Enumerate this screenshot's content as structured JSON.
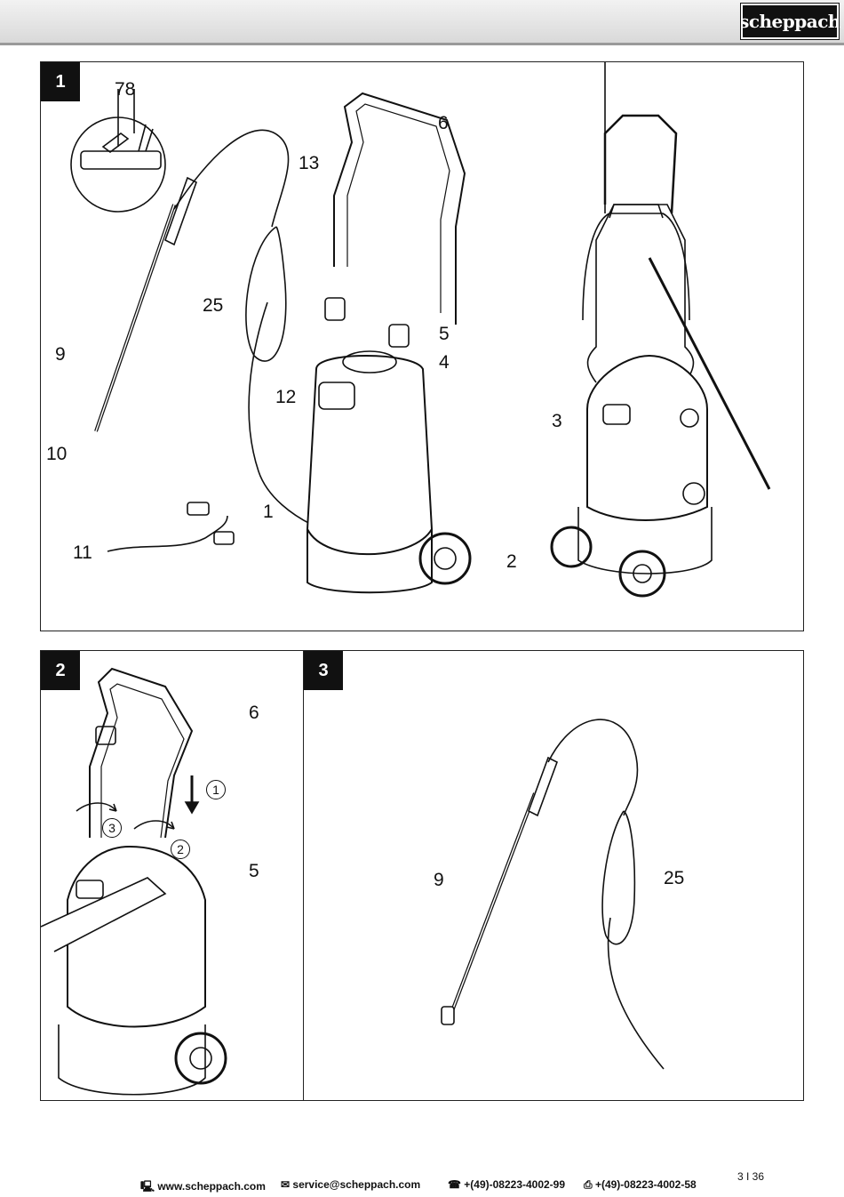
{
  "header": {
    "brand": "scheppach"
  },
  "figures": [
    {
      "number": "1",
      "labels": {
        "l78": "78",
        "l6": "6",
        "l13": "13",
        "l25": "25",
        "l5": "5",
        "l4": "4",
        "l9": "9",
        "l12": "12",
        "l3": "3",
        "l10": "10",
        "l1": "1",
        "l11": "11",
        "l2": "2"
      }
    },
    {
      "number": "2",
      "labels": {
        "l6": "6",
        "l5": "5",
        "s1": "1",
        "s2": "2",
        "s3": "3"
      }
    },
    {
      "number": "3",
      "labels": {
        "l9": "9",
        "l25": "25"
      }
    }
  ],
  "page_number": "3 I 36",
  "footer": {
    "web": "www.scheppach.com",
    "email": "service@scheppach.com",
    "phone": "+(49)-08223-4002-99",
    "fax": "+(49)-08223-4002-58"
  }
}
